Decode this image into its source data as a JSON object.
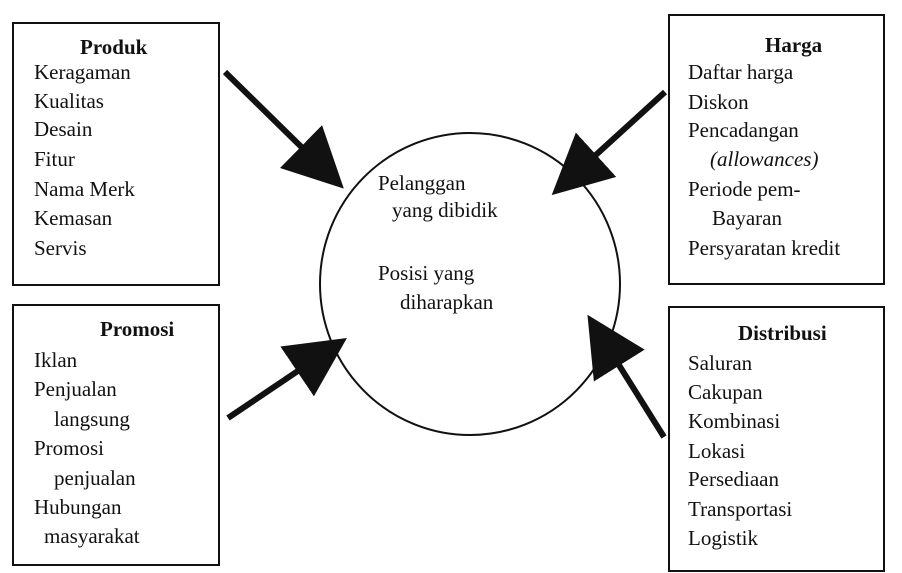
{
  "produk": {
    "title": "Produk",
    "items": [
      "Keragaman",
      "Kualitas",
      "Desain",
      "Fitur",
      "Nama Merk",
      "Kemasan",
      "Servis"
    ]
  },
  "harga": {
    "title": "Harga",
    "items": [
      "Daftar harga",
      "Diskon",
      "Pencadangan",
      "(allowances)",
      "Periode pem-",
      "Bayaran",
      "Persyaratan kredit"
    ]
  },
  "promosi": {
    "title": "Promosi",
    "items": [
      "Iklan",
      "Penjualan",
      "langsung",
      "Promosi",
      "penjualan",
      "Hubungan",
      "masyarakat"
    ]
  },
  "distribusi": {
    "title": "Distribusi",
    "items": [
      "Saluran",
      "Cakupan",
      "Kombinasi",
      "Lokasi",
      "Persediaan",
      "Transportasi",
      "Logistik"
    ]
  },
  "center": {
    "line1": "Pelanggan",
    "line2": "yang dibidik",
    "line3": "Posisi yang",
    "line4": "diharapkan"
  }
}
